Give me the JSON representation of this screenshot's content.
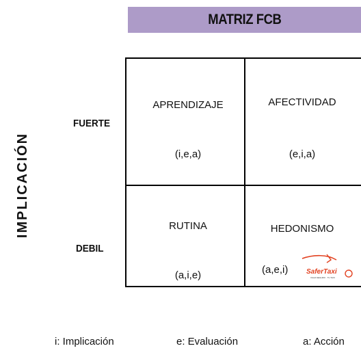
{
  "title": "MATRIZ FCB",
  "y_axis_label": "IMPLICACIÓN",
  "rows": {
    "top": "FUERTE",
    "bottom": "DEBIL"
  },
  "cells": {
    "top_left": {
      "name": "APRENDIZAJE",
      "code": "(i,e,a)"
    },
    "top_right": {
      "name": "AFECTIVIDAD",
      "code": "(e,i,a)"
    },
    "bottom_left": {
      "name": "RUTINA",
      "code": "(a,i,e)"
    },
    "bottom_right": {
      "name": "HEDONISMO",
      "code": "(a,e,i)"
    }
  },
  "legend": {
    "i": "i: Implicación",
    "e": "e: Evaluación",
    "a": "a: Acción"
  },
  "watermark": {
    "brand": "SaferTaxi",
    "tagline": "VIAJA SEGURO · TU TAXI"
  },
  "colors": {
    "title_bar": "#ad9bc8",
    "logo": "#e2401f"
  }
}
